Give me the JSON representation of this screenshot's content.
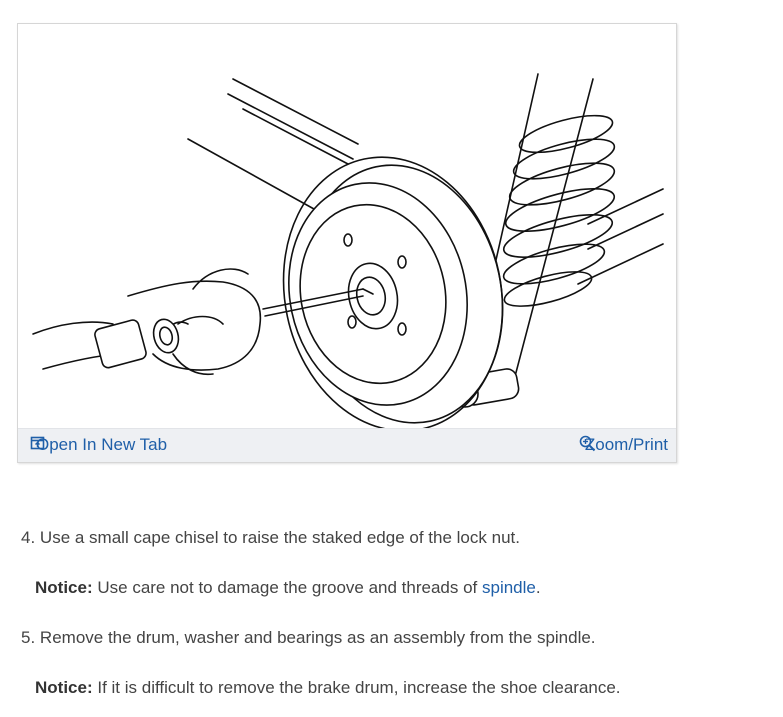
{
  "figure": {
    "open_label": "Open In New Tab",
    "zoom_label": "Zoom/Print",
    "open_icon": "open-in-new-tab-icon",
    "zoom_icon": "zoom-magnifier-icon",
    "link_color": "#1f5fa8"
  },
  "steps": [
    {
      "number": "4.",
      "text": "Use a small cape chisel to raise the staked edge of the lock nut."
    },
    {
      "number": "5.",
      "text": "Remove the drum, washer and bearings as an assembly from the spindle."
    }
  ],
  "notices": [
    {
      "label": "Notice:",
      "text_before": "Use care not to damage the groove and threads of ",
      "link": "spindle",
      "text_after": "."
    },
    {
      "label": "Notice:",
      "text_before": "If it is difficult to remove the brake drum, increase the shoe clearance.",
      "link": "",
      "text_after": ""
    }
  ]
}
